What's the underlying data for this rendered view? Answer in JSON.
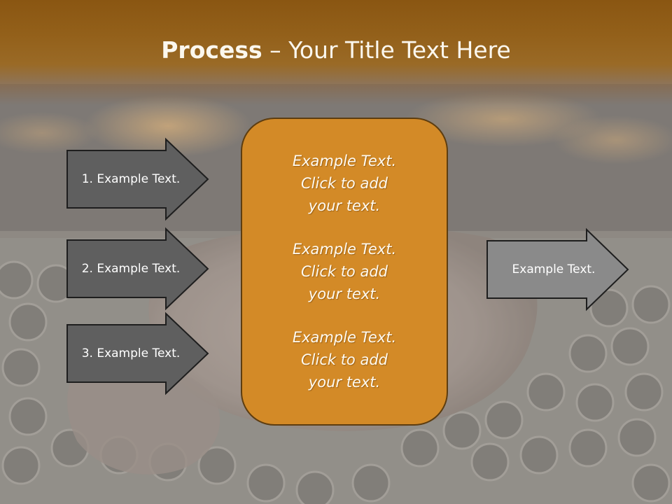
{
  "title": {
    "bold": "Process",
    "rest": " – Your Title Text Here"
  },
  "left_arrows": [
    {
      "label": "1. Example Text."
    },
    {
      "label": "2. Example Text."
    },
    {
      "label": "3. Example Text."
    }
  ],
  "center_box": {
    "paragraphs": [
      "Example Text.\nClick  to add\nyour text.",
      "Example Text.\nClick  to add\nyour text.",
      "Example Text.\nClick  to add\nyour text."
    ]
  },
  "right_arrow": {
    "label": "Example Text."
  },
  "colors": {
    "title_band": "#8a5612",
    "left_arrow_fill": "#5f5f5f",
    "right_arrow_fill": "#8a8a8a",
    "center_box_fill": "#d38a27",
    "center_box_border": "#5d3d10"
  }
}
